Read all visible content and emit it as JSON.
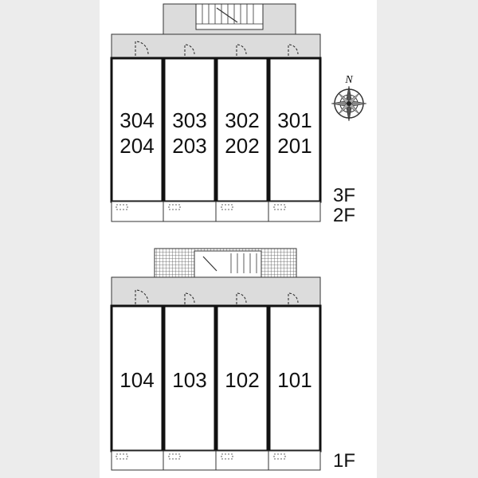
{
  "upper_block": {
    "floor_labels": [
      "3F",
      "2F"
    ],
    "units": [
      {
        "top": "304",
        "bottom": "204"
      },
      {
        "top": "303",
        "bottom": "203"
      },
      {
        "top": "302",
        "bottom": "202"
      },
      {
        "top": "301",
        "bottom": "201"
      }
    ]
  },
  "lower_block": {
    "floor_labels": [
      "1F"
    ],
    "units": [
      "104",
      "103",
      "102",
      "101"
    ]
  },
  "compass": {
    "north_label": "N"
  }
}
